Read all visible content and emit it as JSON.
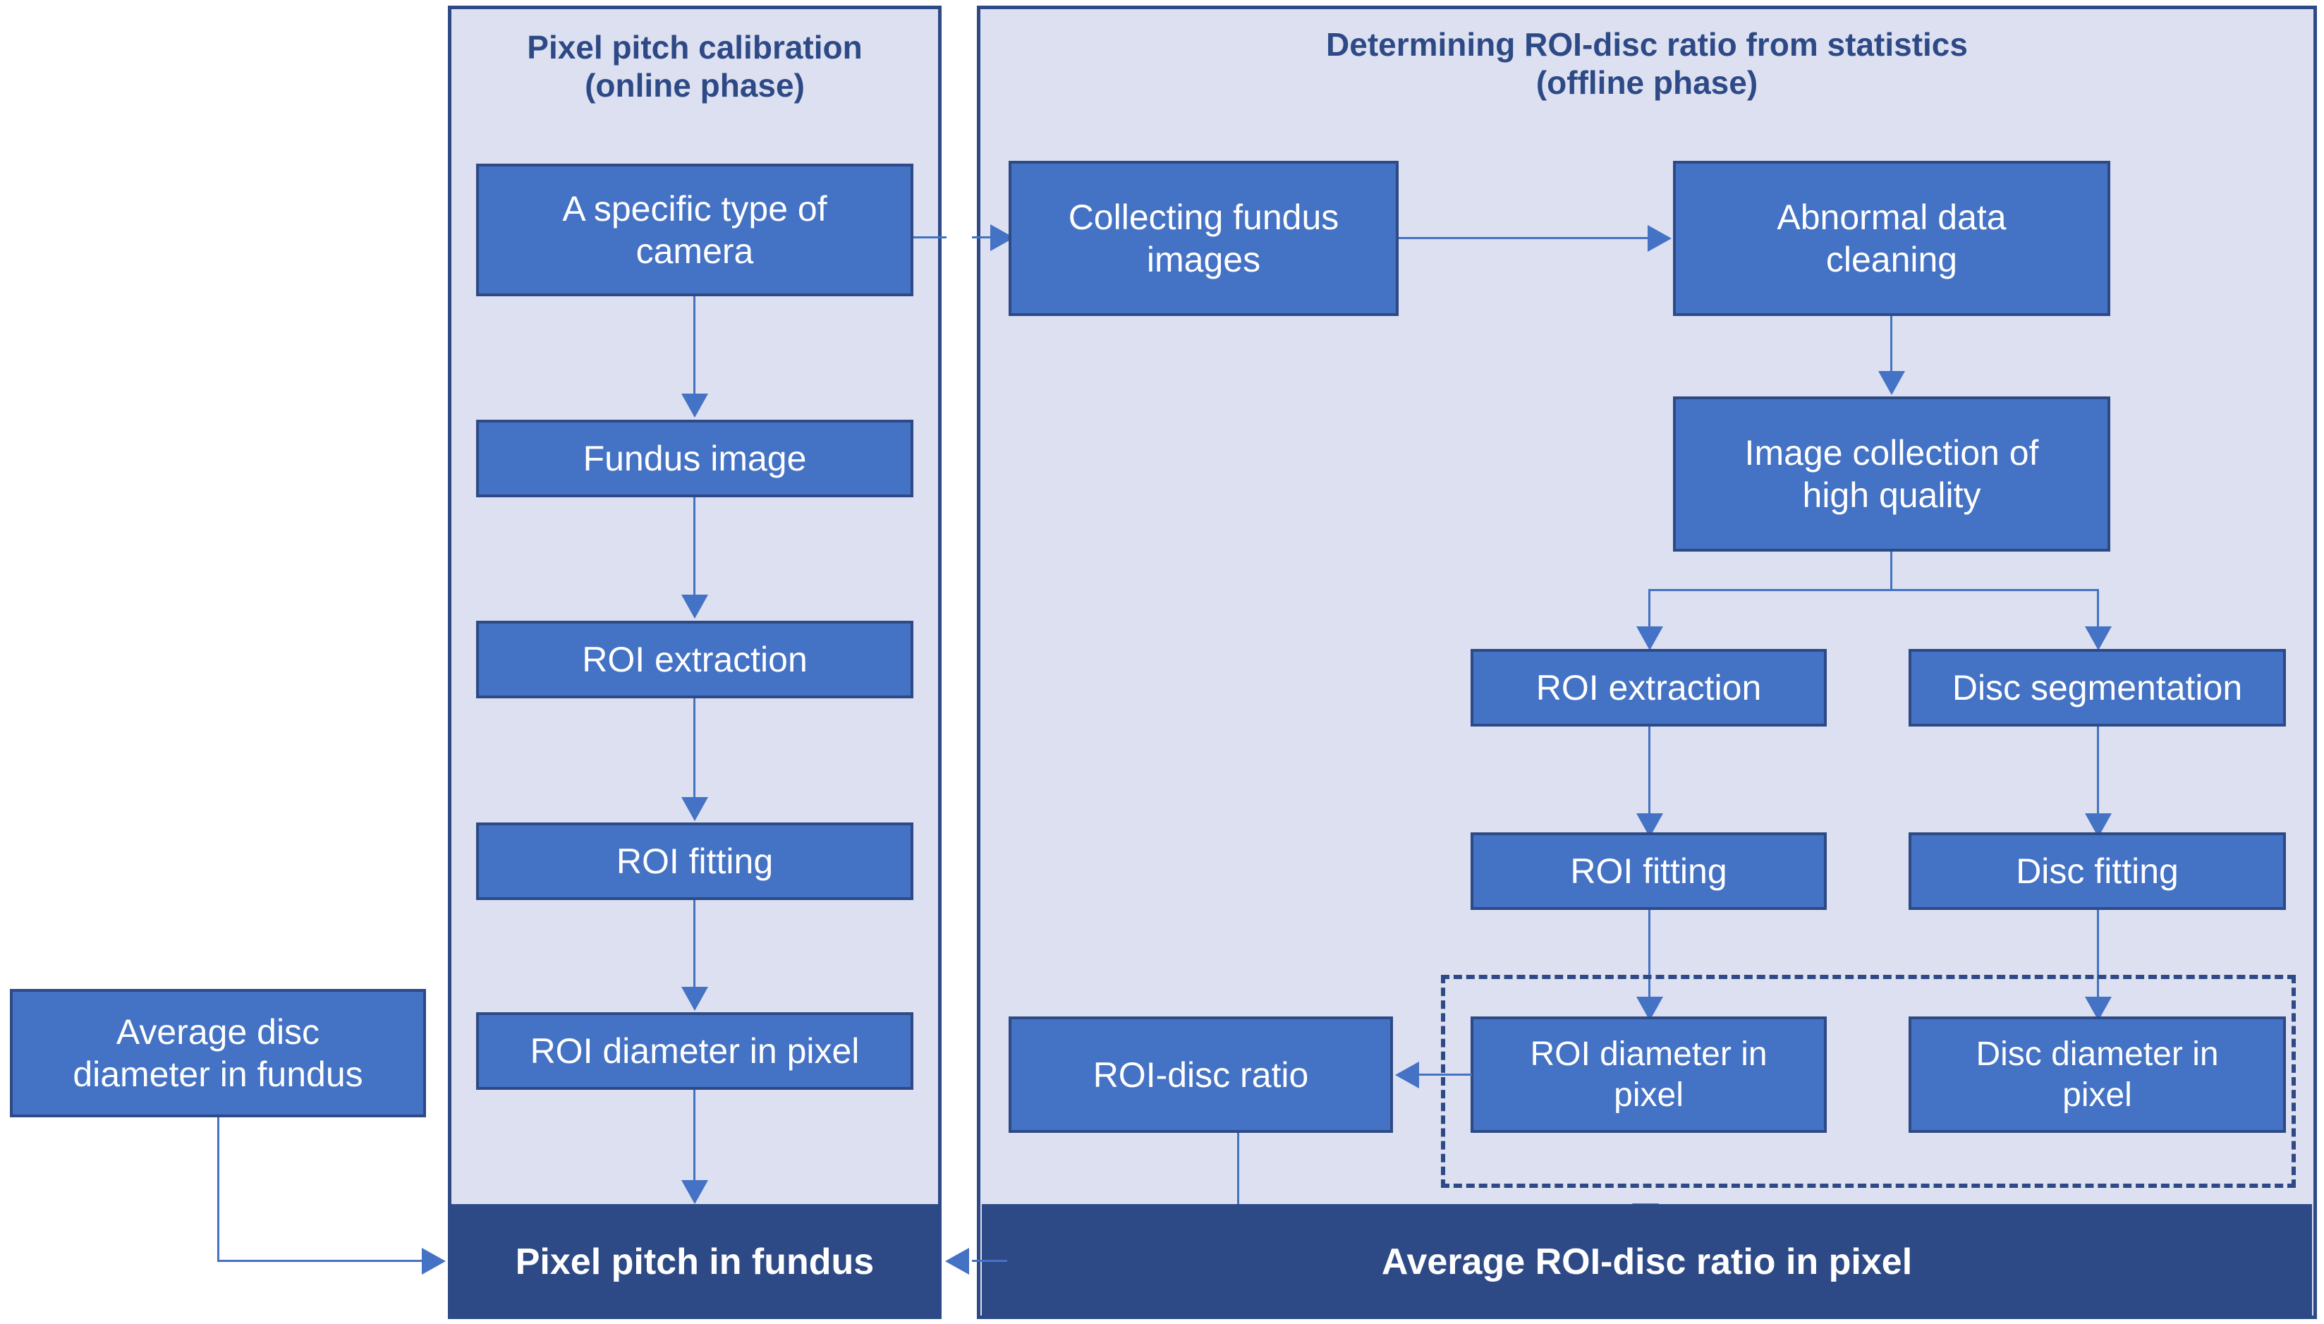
{
  "panels": {
    "left": {
      "title": "Pixel pitch  calibration\n(online phase)",
      "boxes": [
        {
          "id": "camera",
          "label": "A specific type of\ncamera"
        },
        {
          "id": "fundus-image",
          "label": "Fundus image"
        },
        {
          "id": "roi-extract",
          "label": "ROI extraction"
        },
        {
          "id": "roi-fit",
          "label": "ROI fitting"
        },
        {
          "id": "roi-diam",
          "label": "ROI diameter in pixel"
        }
      ],
      "bar": "Pixel pitch in fundus"
    },
    "right": {
      "title": "Determining ROI-disc ratio from statistics\n(offline phase)",
      "boxes": [
        {
          "id": "collect",
          "label": "Collecting fundus\nimages"
        },
        {
          "id": "clean",
          "label": "Abnormal data\ncleaning"
        },
        {
          "id": "high-quality",
          "label": "Image collection of\nhigh quality"
        },
        {
          "id": "roi-extract-2",
          "label": "ROI extraction"
        },
        {
          "id": "disc-seg",
          "label": "Disc segmentation"
        },
        {
          "id": "roi-fit-2",
          "label": "ROI fitting"
        },
        {
          "id": "disc-fit",
          "label": "Disc fitting"
        },
        {
          "id": "roi-diam-2",
          "label": "ROI diameter in\npixel"
        },
        {
          "id": "disc-diam",
          "label": "Disc diameter in\npixel"
        },
        {
          "id": "roi-disc-ratio",
          "label": "ROI-disc ratio"
        }
      ],
      "bar": "Average ROI-disc ratio in pixel"
    }
  },
  "external": {
    "avg_disc_diameter": "Average disc\ndiameter in fundus"
  },
  "colors": {
    "box_fill": "#4472C4",
    "box_border": "#2E4A86",
    "panel_bg": "#DCE0F0",
    "panel_border": "#2E4A86",
    "bar_fill": "#2E4A86",
    "title_text": "#2E4A86",
    "box_text": "#FFFFFF",
    "connector": "#4472C4",
    "page_bg": "#FFFFFF"
  }
}
